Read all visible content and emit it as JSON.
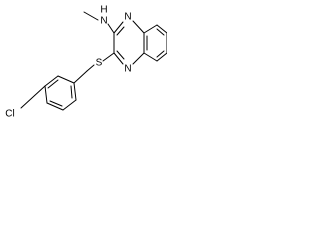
{
  "molecule": {
    "atoms": {
      "nh": "N",
      "h": "H",
      "ring_n_top": "N",
      "ring_n_bottom": "N",
      "sulfur": "S",
      "chlorine": "Cl"
    },
    "colors": {
      "bond": "#000000",
      "label": "#000000",
      "background": "#ffffff"
    }
  }
}
